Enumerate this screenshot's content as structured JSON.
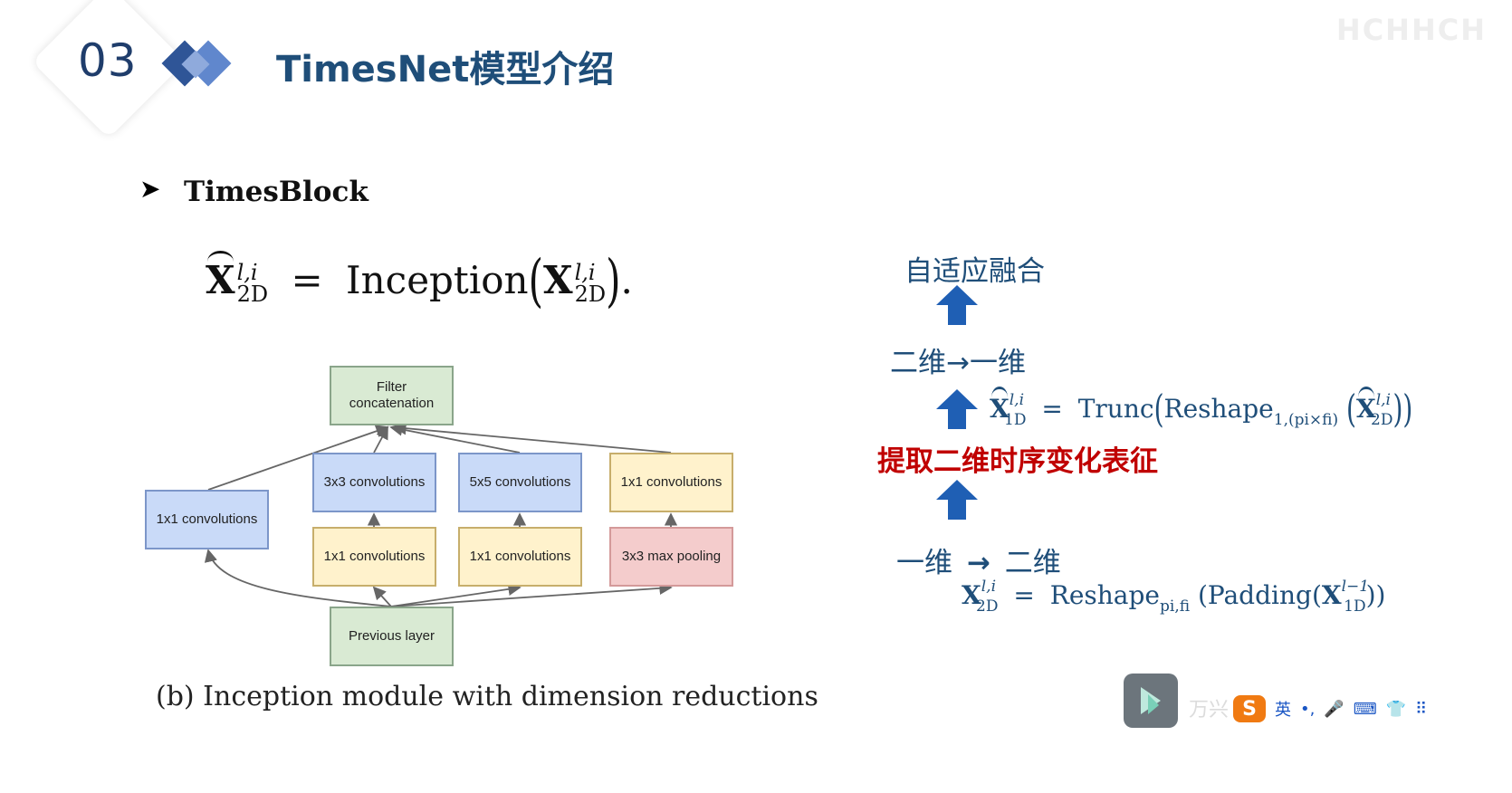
{
  "header": {
    "section_number": "03",
    "title": "TimesNet模型介绍",
    "watermark": "HCHHCH",
    "accent_colors": [
      "#2f5597",
      "#4472c4",
      "#8faadc"
    ]
  },
  "bullet": {
    "icon": "arrowhead-bullet-icon",
    "text": "TimesBlock"
  },
  "main_equation": {
    "lhs_symbol": "X",
    "lhs_sup": "l,i",
    "lhs_sub": "2D",
    "equals": "=",
    "op": "Inception",
    "arg_symbol": "X",
    "arg_sup": "l,i",
    "arg_sub": "2D",
    "end": "."
  },
  "inception": {
    "filter_concat": "Filter concatenation",
    "conv_1x1": "1x1 convolutions",
    "conv_3x3": "3x3 convolutions",
    "conv_5x5": "5x5 convolutions",
    "max_pool": "3x3 max pooling",
    "previous_layer": "Previous layer",
    "caption": "(b) Inception module with dimension reductions"
  },
  "right_panel": {
    "fusion": "自适应融合",
    "two_to_one": "二维→一维",
    "extract": "提取二维时序变化表征",
    "one_to_two_a": "一维",
    "one_to_two_arrow": "→",
    "one_to_two_b": "二维",
    "arrow_color": "#1f5fb4",
    "eq_trunc": {
      "lhs": "X",
      "lhs_sup": "l,i",
      "lhs_sub": "1D",
      "equals": "=",
      "trunc": "Trunc",
      "reshape": "Reshape",
      "reshape_sub": "1,(pi×fi)",
      "arg": "X",
      "arg_sup": "l,i",
      "arg_sub": "2D"
    },
    "eq_reshape": {
      "lhs": "X",
      "lhs_sup": "l,i",
      "lhs_sub": "2D",
      "equals": "=",
      "reshape": "Reshape",
      "reshape_sub": "pi,fi",
      "padding": "Padding",
      "arg": "X",
      "arg_sup": "l−1",
      "arg_sub": "1D"
    }
  },
  "taskbar": {
    "faint_text": "万兴",
    "ime_logo": "S",
    "ime_lang": "英",
    "ime_punct": "•,",
    "icons": [
      "microphone-icon",
      "keyboard-icon",
      "shirt-icon",
      "grid-icon"
    ]
  }
}
